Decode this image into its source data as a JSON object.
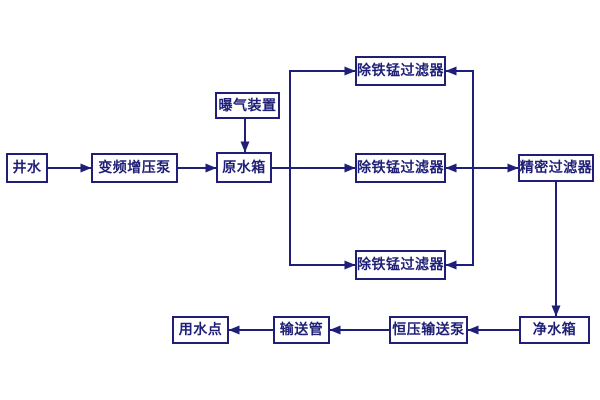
{
  "diagram": {
    "background_color": "#ffffff",
    "line_color": "#1f1f78",
    "box_border_color": "#1f1f78",
    "text_color": "#1f1f78",
    "nodes": [
      {
        "id": "well-water",
        "label": "井水"
      },
      {
        "id": "vfd-booster-pump",
        "label": "变频增压泵"
      },
      {
        "id": "aeration-device",
        "label": "曝气装置"
      },
      {
        "id": "raw-water-tank",
        "label": "原水箱"
      },
      {
        "id": "fe-mn-filter-1",
        "label": "除铁锰过滤器"
      },
      {
        "id": "fe-mn-filter-2",
        "label": "除铁锰过滤器"
      },
      {
        "id": "fe-mn-filter-3",
        "label": "除铁锰过滤器"
      },
      {
        "id": "precision-filter",
        "label": "精密过滤器"
      },
      {
        "id": "clean-water-tank",
        "label": "净水箱"
      },
      {
        "id": "constant-pressure-delivery-pump",
        "label": "恒压输送泵"
      },
      {
        "id": "delivery-pipe",
        "label": "输送管"
      },
      {
        "id": "water-use-point",
        "label": "用水点"
      }
    ],
    "edges": [
      {
        "from": "well-water",
        "to": "vfd-booster-pump"
      },
      {
        "from": "vfd-booster-pump",
        "to": "raw-water-tank"
      },
      {
        "from": "aeration-device",
        "to": "raw-water-tank"
      },
      {
        "from": "raw-water-tank",
        "to": "fe-mn-filter-1"
      },
      {
        "from": "raw-water-tank",
        "to": "fe-mn-filter-2"
      },
      {
        "from": "raw-water-tank",
        "to": "fe-mn-filter-3"
      },
      {
        "from": "collector-line",
        "to": "fe-mn-filter-1"
      },
      {
        "from": "collector-line",
        "to": "fe-mn-filter-2"
      },
      {
        "from": "collector-line",
        "to": "fe-mn-filter-3"
      },
      {
        "from": "collector-line",
        "to": "precision-filter"
      },
      {
        "from": "precision-filter",
        "to": "clean-water-tank"
      },
      {
        "from": "clean-water-tank",
        "to": "constant-pressure-delivery-pump"
      },
      {
        "from": "constant-pressure-delivery-pump",
        "to": "delivery-pipe"
      },
      {
        "from": "delivery-pipe",
        "to": "water-use-point"
      }
    ]
  }
}
